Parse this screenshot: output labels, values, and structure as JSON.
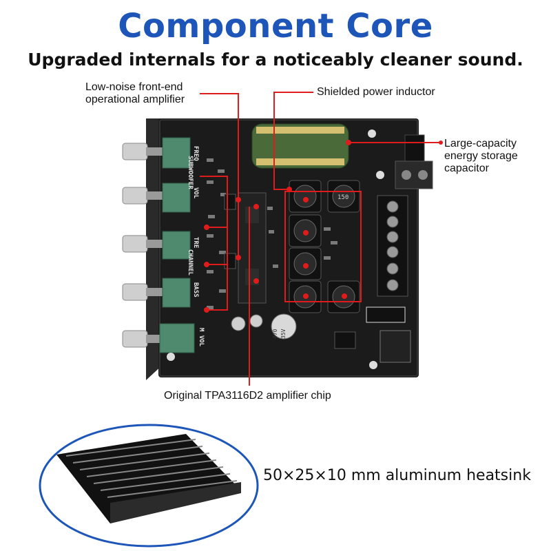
{
  "header": {
    "title": "Component Core",
    "subtitle": "Upgraded internals for a noticeably cleaner sound."
  },
  "callouts": {
    "opamp_line1": "Low-noise front-end",
    "opamp_line2": "operational amplifier",
    "inductor": "Shielded power inductor",
    "capacitor_line1": "Large-capacity",
    "capacitor_line2": "energy storage",
    "capacitor_line3": "capacitor",
    "chip": "Original TPA3116D2 amplifier chip"
  },
  "board_labels": {
    "freq": "FREQ",
    "subwoofer": "SUBWOOFER",
    "vol": "VOL",
    "tre": "TRE",
    "channel": "CHANNEL",
    "bass": "BASS",
    "m_vol": "M VOL",
    "inductor_mark": "150",
    "cap_mark_1": "470",
    "cap_mark_2": "35V"
  },
  "heatsink": {
    "label": "50×25×10 mm aluminum heatsink"
  },
  "colors": {
    "title_blue": "#1d56b8",
    "callout_red": "#e01b1b",
    "board_black": "#1b1b1b",
    "pot_green": "#4f8a6f"
  }
}
